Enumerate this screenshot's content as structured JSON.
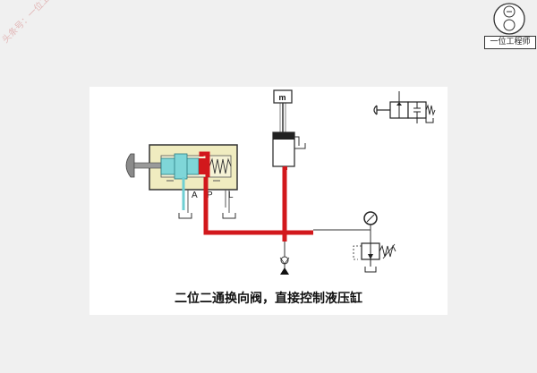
{
  "caption": "二位二通换向阀，直接控制液压缸",
  "watermark": {
    "account_prefix": "头条号：",
    "account_name": "一位工程师"
  },
  "logo": {
    "label": "一位工程师"
  },
  "diagram": {
    "valve_ports": [
      "A",
      "P",
      "L"
    ],
    "motor_label": "m"
  },
  "colors": {
    "pressure_line": "#d2181c",
    "valve_body": "#f0ecc0",
    "spool": "#7fd6d8",
    "panel_background": "#ffffff",
    "page_background": "#f0f0f0"
  }
}
